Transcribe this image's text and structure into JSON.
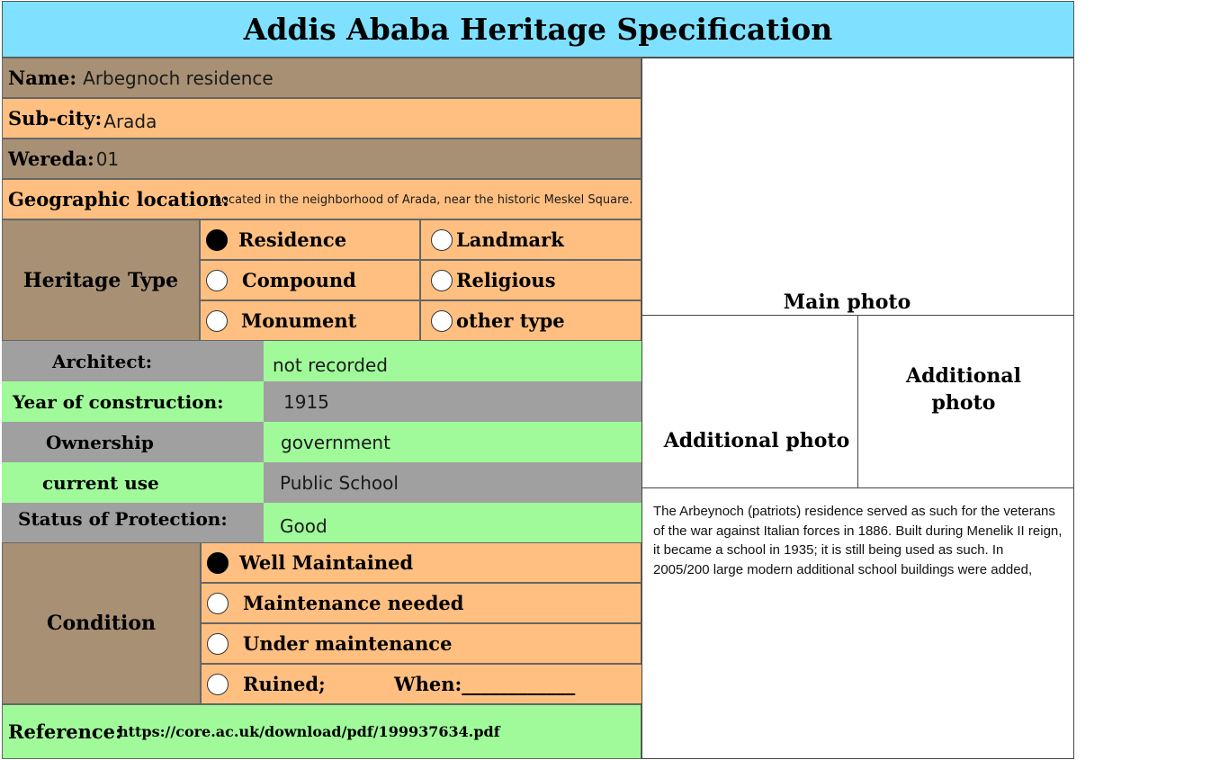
{
  "title": "Addis Ababa Heritage Specification",
  "fields": {
    "name_label": "Name:",
    "name_value": "Arbegnoch residence",
    "subcity_label": "Sub-city:",
    "subcity_value": "Arada",
    "wereda_label": "Wereda:",
    "wereda_value": "01",
    "geo_label": "Geographic location:",
    "geo_value": "Located in the neighborhood of Arada, near the historic Meskel Square."
  },
  "heritage_type": {
    "label": "Heritage Type",
    "options": [
      {
        "label": "Residence",
        "selected": true
      },
      {
        "label": "Landmark",
        "selected": false
      },
      {
        "label": "Compound",
        "selected": false
      },
      {
        "label": "Religious",
        "selected": false
      },
      {
        "label": "Monument",
        "selected": false
      },
      {
        "label": "other type",
        "selected": false
      }
    ]
  },
  "details": [
    {
      "label": "Architect:",
      "value": "not recorded"
    },
    {
      "label": "Year of construction:",
      "value": "1915"
    },
    {
      "label": "Ownership",
      "value": "government"
    },
    {
      "label": "current use",
      "value": "Public School"
    },
    {
      "label": "Status of Protection:",
      "value": "Good"
    }
  ],
  "condition": {
    "label": "Condition",
    "options": [
      {
        "label": "Well Maintained",
        "selected": true
      },
      {
        "label": "Maintenance needed",
        "selected": false
      },
      {
        "label": "Under maintenance",
        "selected": false
      },
      {
        "label": "Ruined;",
        "selected": false
      }
    ],
    "when_label": "When:____________"
  },
  "reference": {
    "label": "Reference:",
    "value": "https://core.ac.uk/download/pdf/199937634.pdf"
  },
  "photos": {
    "main": "Main photo",
    "additional_left": "Additional photo",
    "additional_right": "Additional photo"
  },
  "description": "The Arbeynoch (patriots) residence served as such for the veterans of the war against Italian forces in 1886. Built during Menelik II reign, it became a school in 1935; it is still being used as such. In 2005/200 large modern additional school buildings were added,",
  "colors": {
    "title_bg": "#7fe1ff",
    "brown": "#a89075",
    "orange": "#ffbf80",
    "green": "#a0fa9a",
    "gray": "#a0a0a0"
  }
}
